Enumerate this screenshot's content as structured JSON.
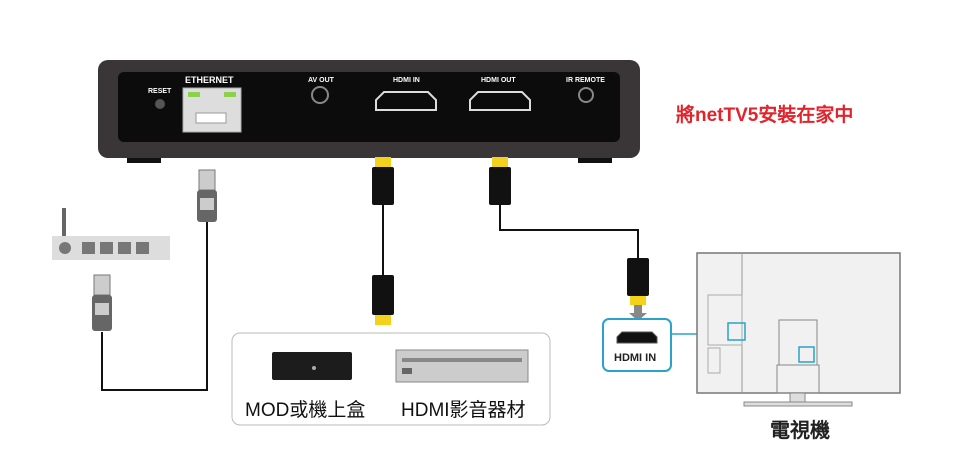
{
  "title": "將netTV5安裝在家中",
  "box_ports": {
    "reset": "RESET",
    "ethernet": "ETHERNET",
    "av_out": "AV OUT",
    "hdmi_in": "HDMI IN",
    "hdmi_out": "HDMI OUT",
    "ir_remote": "IR REMOTE"
  },
  "devices": {
    "mod": "MOD或機上盒",
    "hdmi_source": "HDMI影音器材"
  },
  "tv": {
    "label": "電視機",
    "port_label": "HDMI IN"
  },
  "colors": {
    "title": "#e1232b",
    "highlight": "#29a3c9",
    "connector_tip": "#f2d21a",
    "box": "#2a2627"
  }
}
